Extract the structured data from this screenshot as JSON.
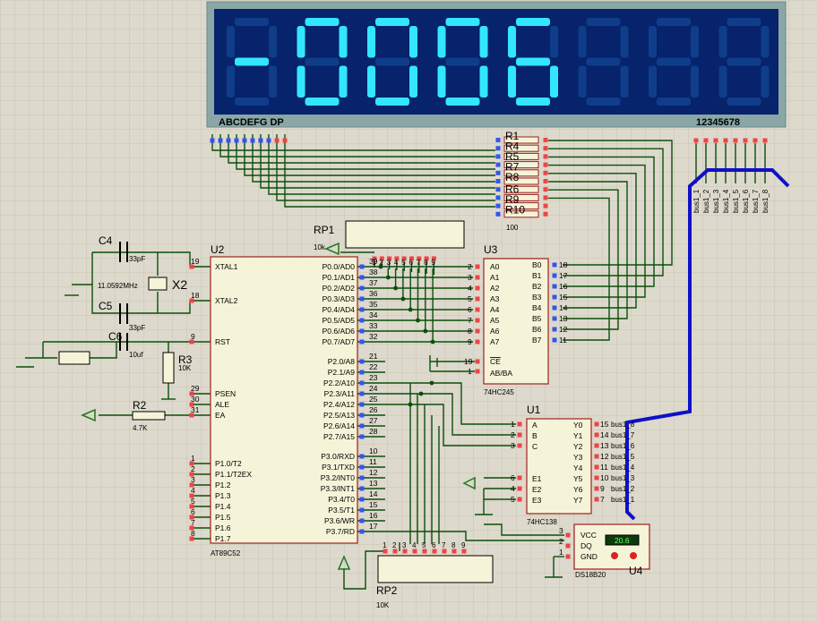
{
  "display": {
    "digits": [
      "-",
      "0",
      "0",
      "0",
      "6",
      " ",
      " ",
      " "
    ],
    "segment_label": "ABCDEFG DP",
    "digit_label": "12345678",
    "lit_color": "#33e6ff",
    "dim_color": "#0f3d8a",
    "body_color": "#8aa6a6",
    "screen_color": "#06236b"
  },
  "resistor_array": {
    "labels": [
      "R1",
      "R4",
      "R5",
      "R7",
      "R8",
      "R6",
      "R9",
      "R10"
    ],
    "value": "100"
  },
  "bus_labels": [
    "bus1_1",
    "bus1_2",
    "bus1_3",
    "bus1_4",
    "bus1_5",
    "bus1_6",
    "bus1_7",
    "bus1_8"
  ],
  "rp1": {
    "ref": "RP1",
    "value": "10k",
    "pins": [
      "1",
      "2",
      "3",
      "4",
      "5",
      "6",
      "7",
      "8",
      "9"
    ]
  },
  "rp2": {
    "ref": "RP2",
    "value": "10K",
    "pins": [
      "1",
      "2",
      "3",
      "4",
      "5",
      "6",
      "7",
      "8",
      "9"
    ]
  },
  "u2": {
    "ref": "U2",
    "part": "AT89C52",
    "left_pins": [
      {
        "num": "19",
        "name": "XTAL1"
      },
      {
        "num": "18",
        "name": "XTAL2"
      },
      {
        "num": "9",
        "name": "RST"
      },
      {
        "num": "29",
        "name": "PSEN"
      },
      {
        "num": "30",
        "name": "ALE"
      },
      {
        "num": "31",
        "name": "EA"
      },
      {
        "num": "1",
        "name": "P1.0/T2"
      },
      {
        "num": "2",
        "name": "P1.1/T2EX"
      },
      {
        "num": "3",
        "name": "P1.2"
      },
      {
        "num": "4",
        "name": "P1.3"
      },
      {
        "num": "5",
        "name": "P1.4"
      },
      {
        "num": "6",
        "name": "P1.5"
      },
      {
        "num": "7",
        "name": "P1.6"
      },
      {
        "num": "8",
        "name": "P1.7"
      }
    ],
    "right_pins": [
      {
        "num": "39",
        "name": "P0.0/AD0"
      },
      {
        "num": "38",
        "name": "P0.1/AD1"
      },
      {
        "num": "37",
        "name": "P0.2/AD2"
      },
      {
        "num": "36",
        "name": "P0.3/AD3"
      },
      {
        "num": "35",
        "name": "P0.4/AD4"
      },
      {
        "num": "34",
        "name": "P0.5/AD5"
      },
      {
        "num": "33",
        "name": "P0.6/AD6"
      },
      {
        "num": "32",
        "name": "P0.7/AD7"
      },
      {
        "num": "21",
        "name": "P2.0/A8"
      },
      {
        "num": "22",
        "name": "P2.1/A9"
      },
      {
        "num": "23",
        "name": "P2.2/A10"
      },
      {
        "num": "24",
        "name": "P2.3/A11"
      },
      {
        "num": "25",
        "name": "P2.4/A12"
      },
      {
        "num": "26",
        "name": "P2.5/A13"
      },
      {
        "num": "27",
        "name": "P2.6/A14"
      },
      {
        "num": "28",
        "name": "P2.7/A15"
      },
      {
        "num": "10",
        "name": "P3.0/RXD"
      },
      {
        "num": "11",
        "name": "P3.1/TXD"
      },
      {
        "num": "12",
        "name": "P3.2/INT0"
      },
      {
        "num": "13",
        "name": "P3.3/INT1"
      },
      {
        "num": "14",
        "name": "P3.4/T0"
      },
      {
        "num": "15",
        "name": "P3.5/T1"
      },
      {
        "num": "16",
        "name": "P3.6/WR"
      },
      {
        "num": "17",
        "name": "P3.7/RD"
      }
    ]
  },
  "u3": {
    "ref": "U3",
    "part": "74HC245",
    "a_pins": [
      {
        "num": "2",
        "name": "A0"
      },
      {
        "num": "3",
        "name": "A1"
      },
      {
        "num": "4",
        "name": "A2"
      },
      {
        "num": "5",
        "name": "A3"
      },
      {
        "num": "6",
        "name": "A4"
      },
      {
        "num": "7",
        "name": "A5"
      },
      {
        "num": "8",
        "name": "A6"
      },
      {
        "num": "9",
        "name": "A7"
      }
    ],
    "b_pins": [
      {
        "num": "18",
        "name": "B0"
      },
      {
        "num": "17",
        "name": "B1"
      },
      {
        "num": "16",
        "name": "B2"
      },
      {
        "num": "15",
        "name": "B3"
      },
      {
        "num": "14",
        "name": "B4"
      },
      {
        "num": "13",
        "name": "B5"
      },
      {
        "num": "12",
        "name": "B6"
      },
      {
        "num": "11",
        "name": "B7"
      }
    ],
    "ce_num": "19",
    "ce_name": "CE",
    "dir_num": "1",
    "dir_name": "AB/BA"
  },
  "u1": {
    "ref": "U1",
    "part": "74HC138",
    "in_pins": [
      {
        "num": "1",
        "name": "A"
      },
      {
        "num": "2",
        "name": "B"
      },
      {
        "num": "3",
        "name": "C"
      }
    ],
    "en_pins": [
      {
        "num": "6",
        "name": "E1"
      },
      {
        "num": "4",
        "name": "E2"
      },
      {
        "num": "5",
        "name": "E3"
      }
    ],
    "out_pins": [
      {
        "num": "15",
        "name": "Y0",
        "bus": "bus1_8"
      },
      {
        "num": "14",
        "name": "Y1",
        "bus": "bus1_7"
      },
      {
        "num": "13",
        "name": "Y2",
        "bus": "bus1_6"
      },
      {
        "num": "12",
        "name": "Y3",
        "bus": "bus1_5"
      },
      {
        "num": "11",
        "name": "Y4",
        "bus": "bus1_4"
      },
      {
        "num": "10",
        "name": "Y5",
        "bus": "bus1_3"
      },
      {
        "num": "9",
        "name": "Y6",
        "bus": "bus1_2"
      },
      {
        "num": "7",
        "name": "Y7",
        "bus": "bus1_1"
      }
    ]
  },
  "u4": {
    "ref": "U4",
    "part": "DS18B20",
    "reading": "20.6",
    "pins": [
      {
        "num": "3",
        "name": "VCC"
      },
      {
        "num": "2",
        "name": "DQ"
      },
      {
        "num": "1",
        "name": "GND"
      }
    ]
  },
  "passives": {
    "c4": {
      "ref": "C4",
      "value": "33pF"
    },
    "c5": {
      "ref": "C5",
      "value": "33pF"
    },
    "c6": {
      "ref": "C6",
      "value": "10uf"
    },
    "x2": {
      "ref": "X2",
      "value": "11.0592MHz"
    },
    "r3": {
      "ref": "R3",
      "value": "10K"
    },
    "r2": {
      "ref": "R2",
      "value": "4.7K"
    }
  }
}
